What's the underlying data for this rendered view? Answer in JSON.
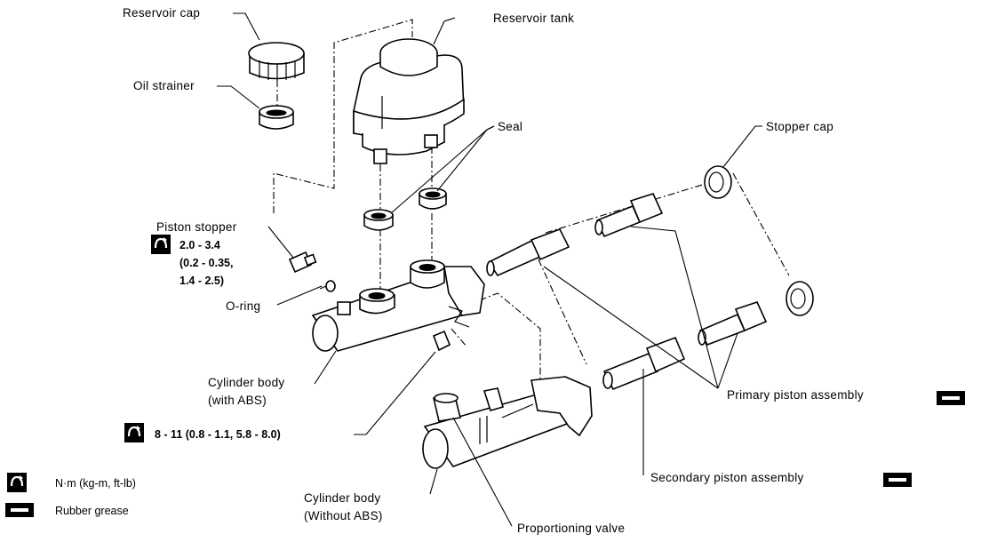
{
  "labels": {
    "reservoir_cap": "Reservoir cap",
    "reservoir_tank": "Reservoir tank",
    "oil_strainer": "Oil strainer",
    "seal": "Seal",
    "stopper_cap": "Stopper cap",
    "piston_stopper": "Piston stopper",
    "o_ring": "O-ring",
    "cylinder_body_with_abs_1": "Cylinder body",
    "cylinder_body_with_abs_2": "(with ABS)",
    "primary_piston_assembly": "Primary piston assembly",
    "secondary_piston_assembly": "Secondary piston assembly",
    "cylinder_body_without_abs_1": "Cylinder body",
    "cylinder_body_without_abs_2": "(Without ABS)",
    "proportioning_valve": "Proportioning valve"
  },
  "torque": {
    "piston_stopper_1": "2.0 - 3.4",
    "piston_stopper_2": "(0.2 - 0.35,",
    "piston_stopper_3": "1.4 - 2.5)",
    "proportioning_valve": "8 - 11 (0.8 - 1.1, 5.8 - 8.0)"
  },
  "legend": {
    "torque_units": "N·m (kg-m, ft-lb)",
    "rubber_grease": "Rubber grease"
  },
  "icons": [
    "torque-wrench-icon",
    "rubber-grease-icon"
  ]
}
